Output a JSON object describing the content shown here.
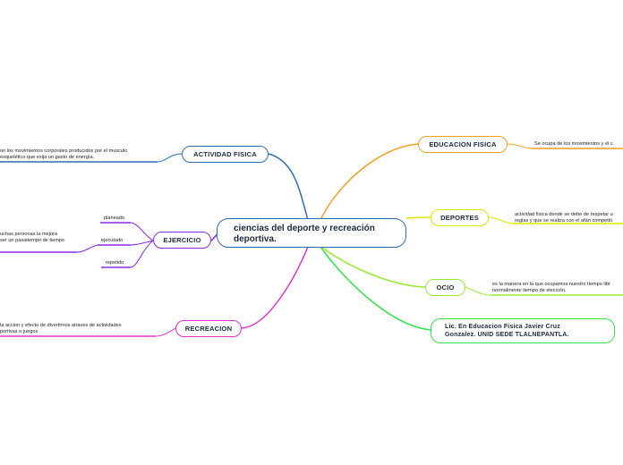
{
  "central": "ciencias del deporte y recreación deportiva.",
  "left": {
    "actividad": {
      "label": "ACTIVIDAD FISICA",
      "note": [
        "on los movimientos corporales producidos por el musculo",
        "esquelético   que exija un gasto de energía."
      ]
    },
    "ejercicio": {
      "label": "EJERCICIO",
      "note": [
        "uchas personas la mejora",
        "ser un pasatiempo de tiempo"
      ],
      "sub": [
        "planeado",
        "ejecutado",
        "repetido"
      ]
    },
    "recreacion": {
      "label": "RECREACION",
      "note": [
        "la accion y efecto de divertirnos atraves de actividades",
        "portivas o juegos"
      ]
    }
  },
  "right": {
    "educacion": {
      "label": "EDUCACION FISICA",
      "note": [
        "Se ocupa de los movimientos y el c"
      ]
    },
    "deportes": {
      "label": "DEPORTES",
      "note": [
        "actividad física donde se debe de respetar u",
        "reglas y que se realiza con el afán competiti"
      ]
    },
    "ocio": {
      "label": "OCIO",
      "note": [
        "es la manera en la que ocupamos nuestro tiempo libr",
        "normalmente tiempo de elección."
      ]
    },
    "autor": {
      "label": [
        "Lic. En Educacion Fisica Javier Cruz",
        "Gonzalez. UNID SEDE TLALNEPANTLA."
      ]
    }
  },
  "colors": {
    "blue": "#2f6db3",
    "purple": "#8a2be2",
    "magenta": "#e233c8",
    "orange": "#f0a020",
    "yellow": "#d8e800",
    "yellowgreen": "#9be830",
    "green": "#33e24a"
  }
}
